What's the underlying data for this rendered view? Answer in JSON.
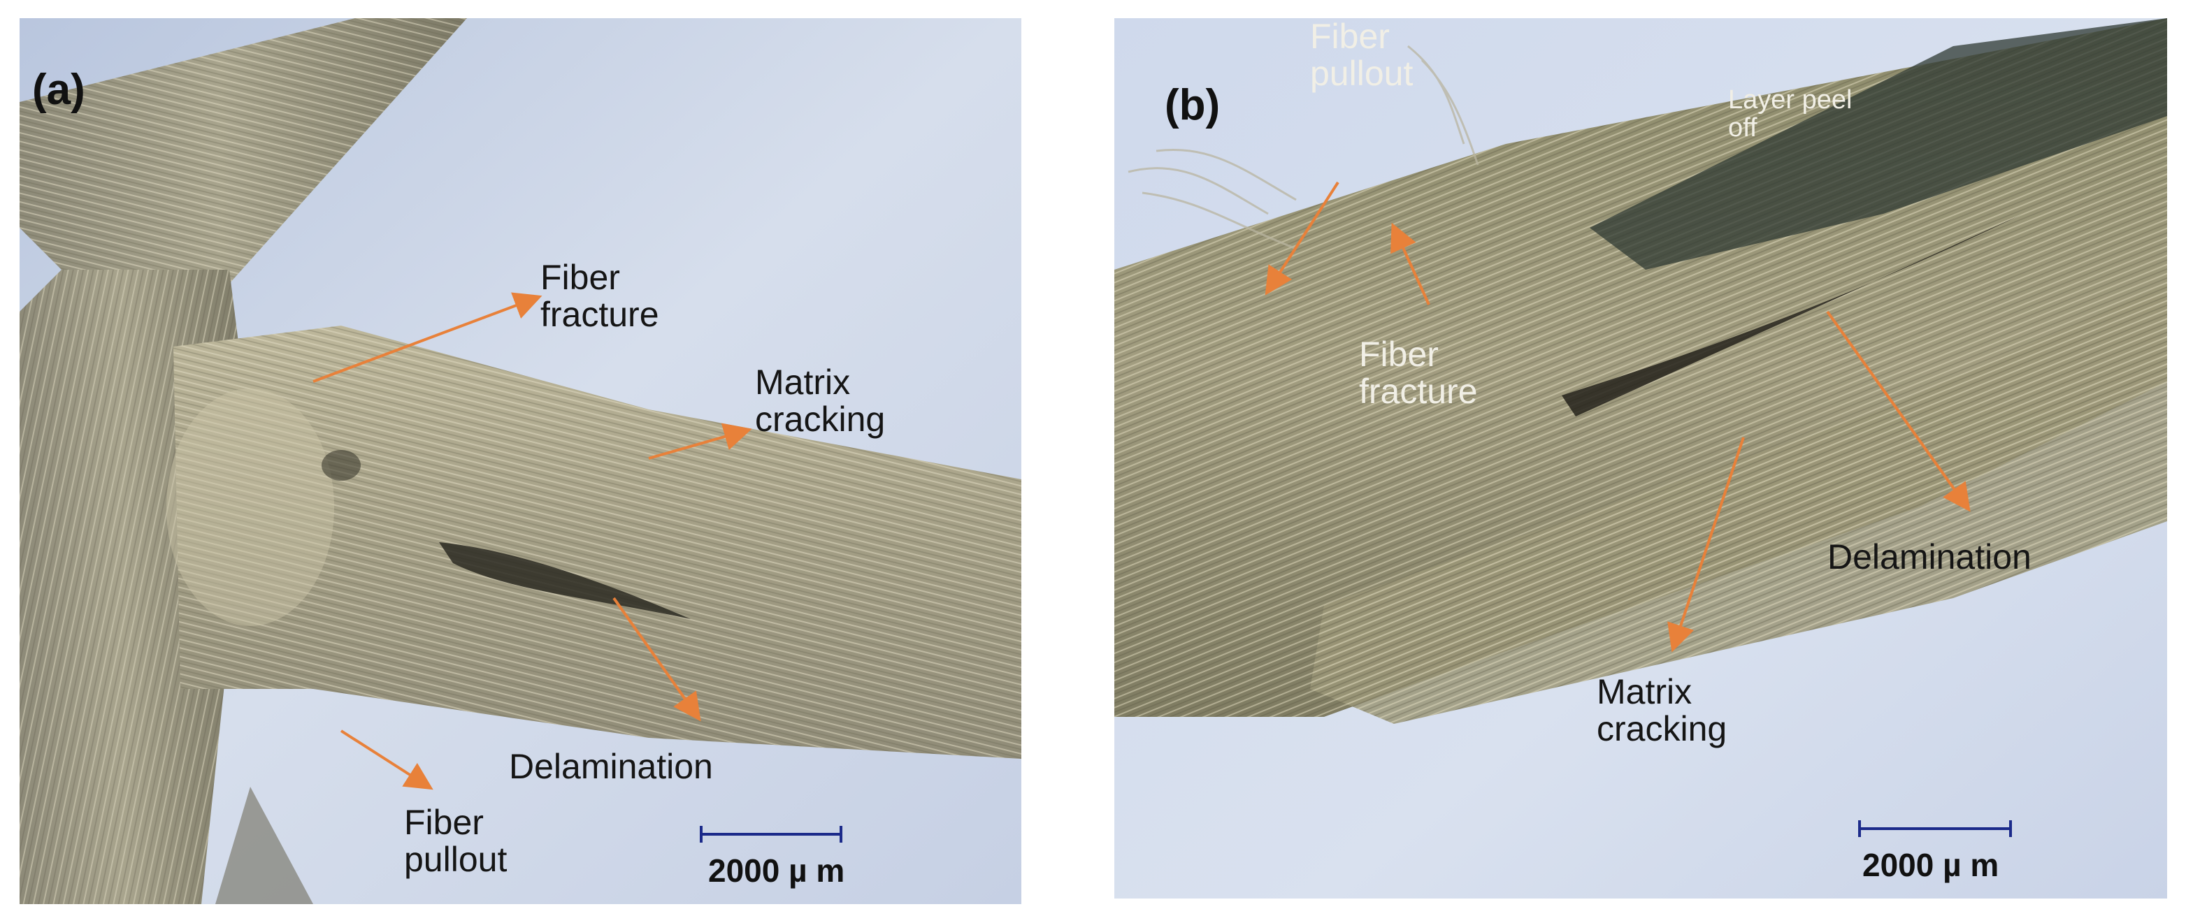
{
  "panels": [
    {
      "letter": "(a)",
      "annotations": {
        "fiber_fracture": "Fiber\nfracture",
        "matrix_cracking": "Matrix\ncracking",
        "delamination": "Delamination",
        "fiber_pullout": "Fiber\npullout"
      },
      "scale_bar": "2000 µ m"
    },
    {
      "letter": "(b)",
      "annotations": {
        "fiber_pullout": "Fiber\npullout",
        "layer_peel_off": "Layer peel\noff",
        "fiber_fracture": "Fiber\nfracture",
        "delamination": "Delamination",
        "matrix_cracking": "Matrix\ncracking"
      },
      "scale_bar": "2000 µ m"
    }
  ],
  "colors": {
    "background": "#cdd6e6",
    "arrow": "#e8813a",
    "scale_bar": "#1b2a8a",
    "fiber_light": "#c8c2a6",
    "fiber_dark": "#6e6a55"
  }
}
